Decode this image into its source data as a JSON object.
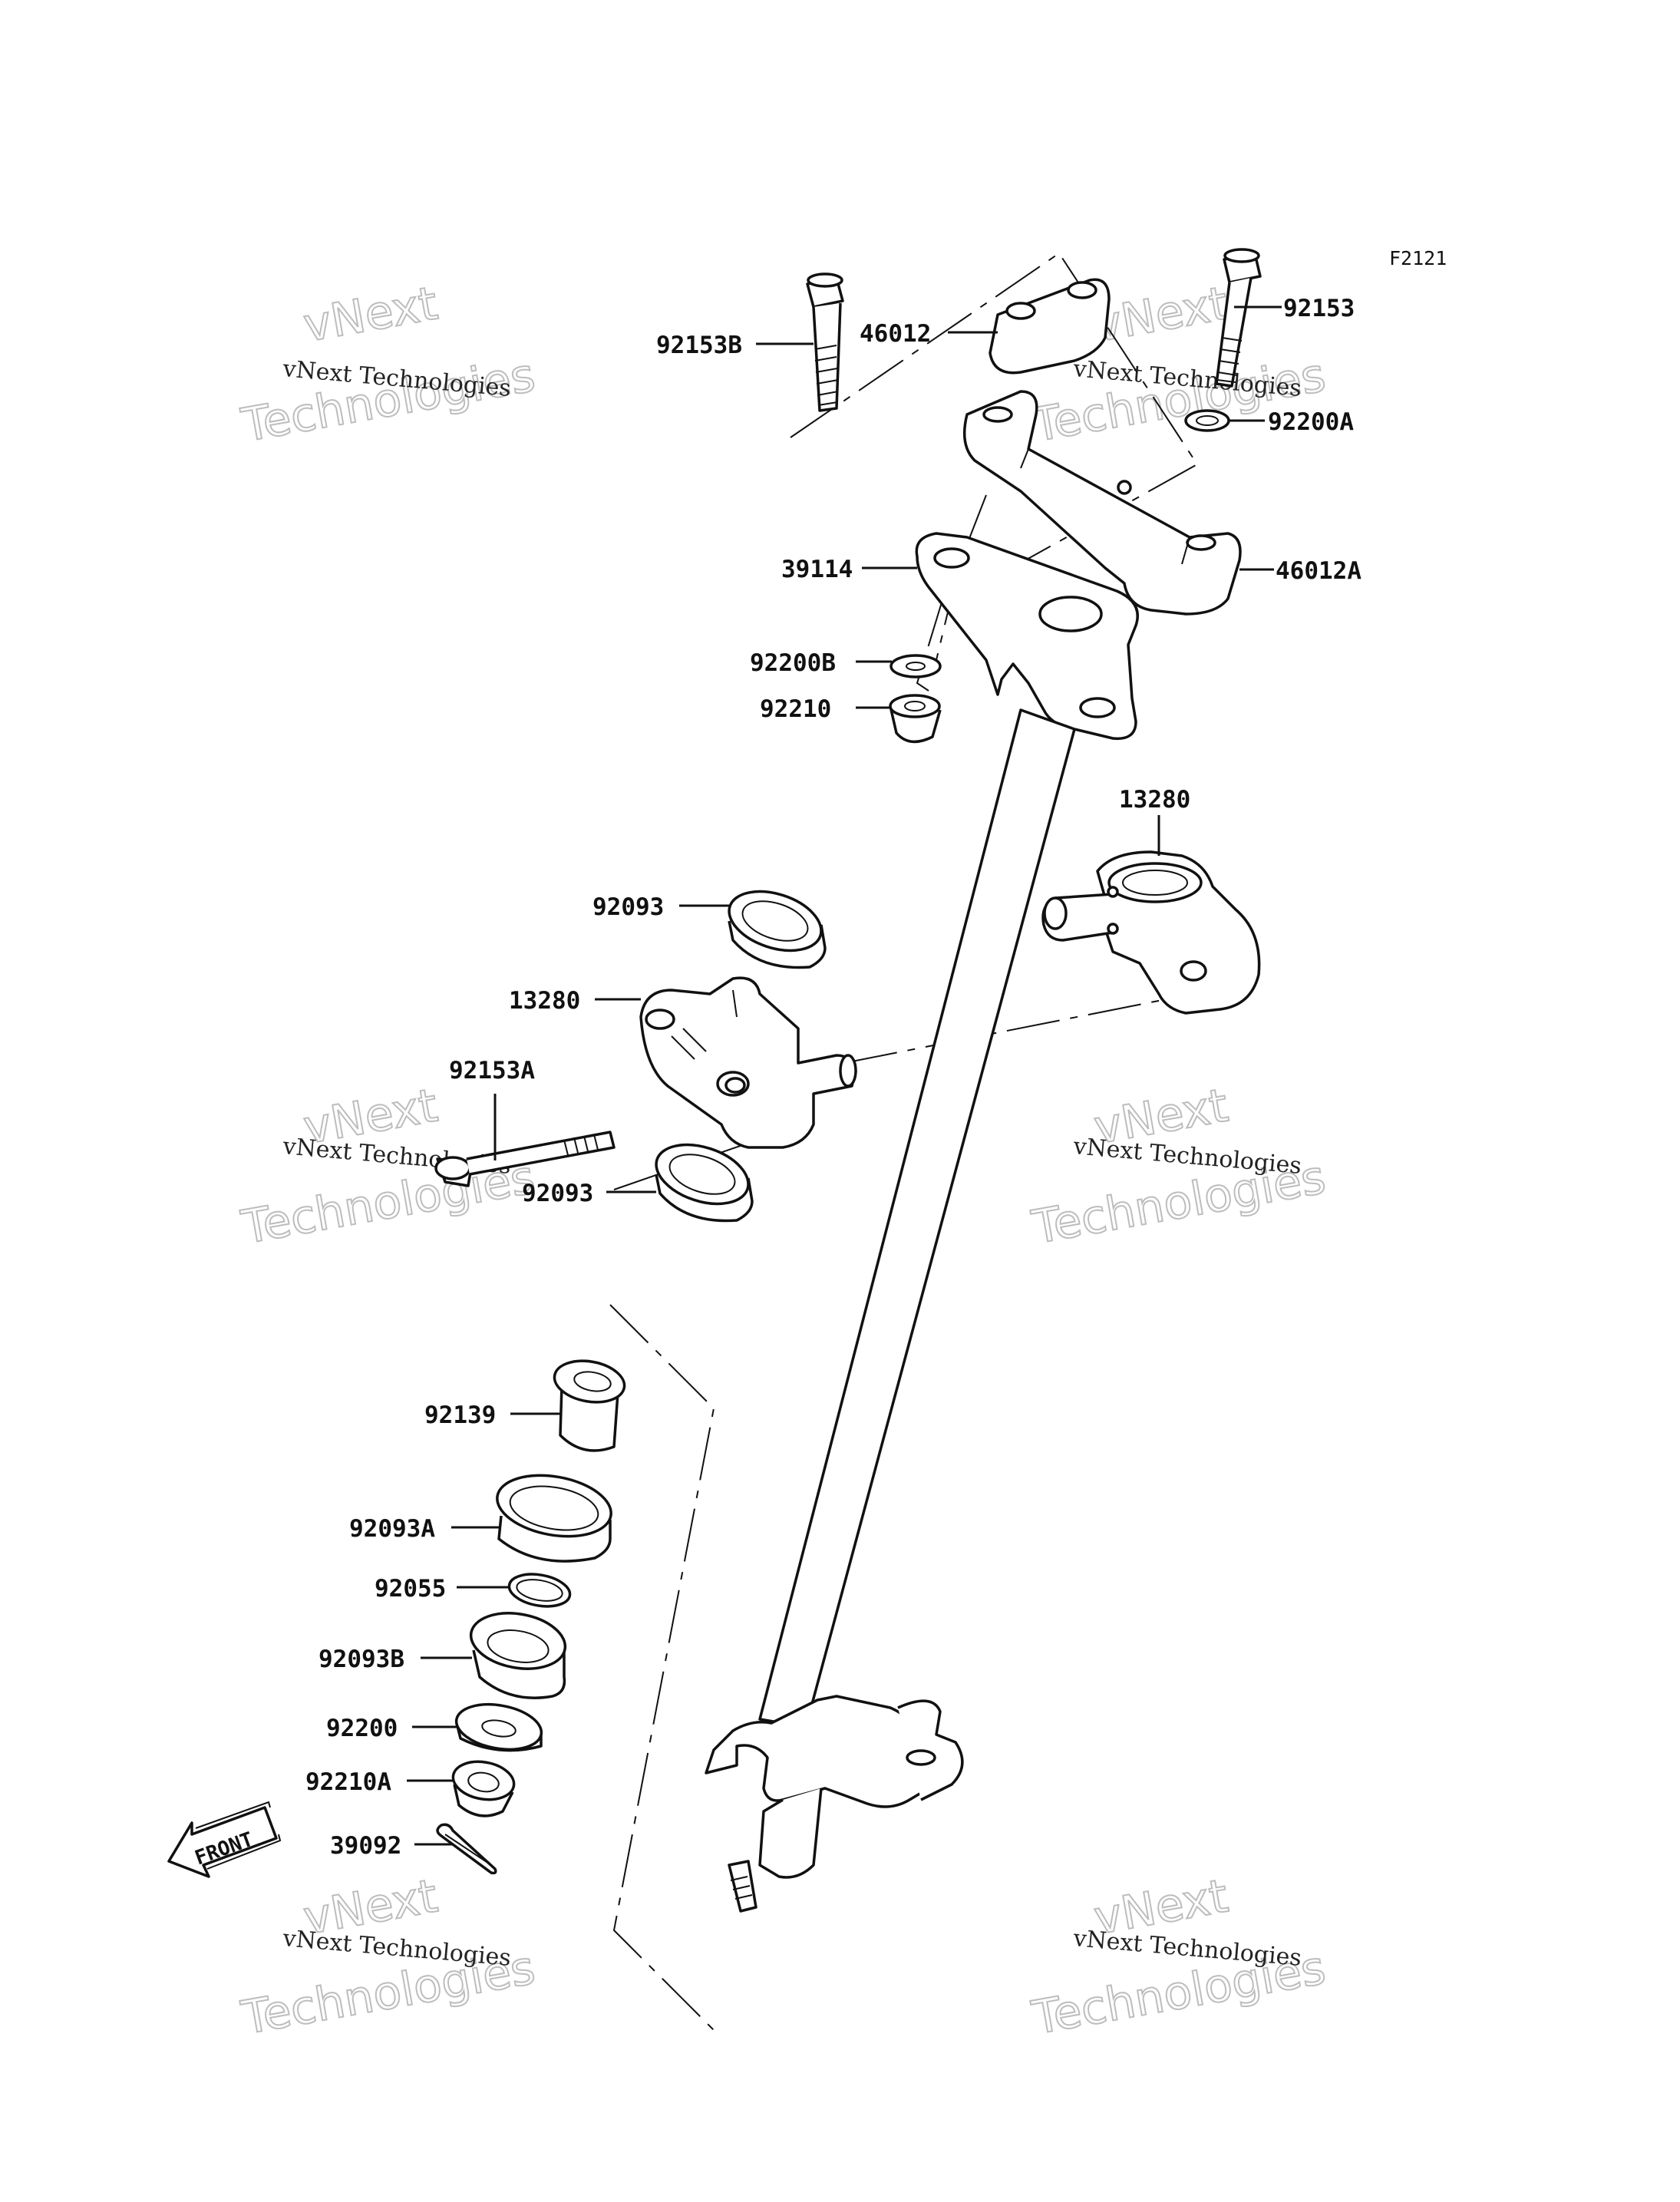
{
  "figure_code": "F2121",
  "part_labels": {
    "p92153B": "92153B",
    "p46012": "46012",
    "p92153": "92153",
    "p92200A": "92200A",
    "p39114": "39114",
    "p46012A": "46012A",
    "p92200B": "92200B",
    "p92210": "92210",
    "p13280_right": "13280",
    "p92093_top": "92093",
    "p13280_left": "13280",
    "p92153A": "92153A",
    "p92093_bottom": "92093",
    "p92139": "92139",
    "p92093A": "92093A",
    "p92055": "92055",
    "p92093B": "92093B",
    "p92200": "92200",
    "p92210A": "92210A",
    "p39092": "39092"
  },
  "front_arrow_text": "FRONT",
  "watermark": {
    "line1": "vNext",
    "line2": "vNext Technologies",
    "line3": "Technologies"
  }
}
